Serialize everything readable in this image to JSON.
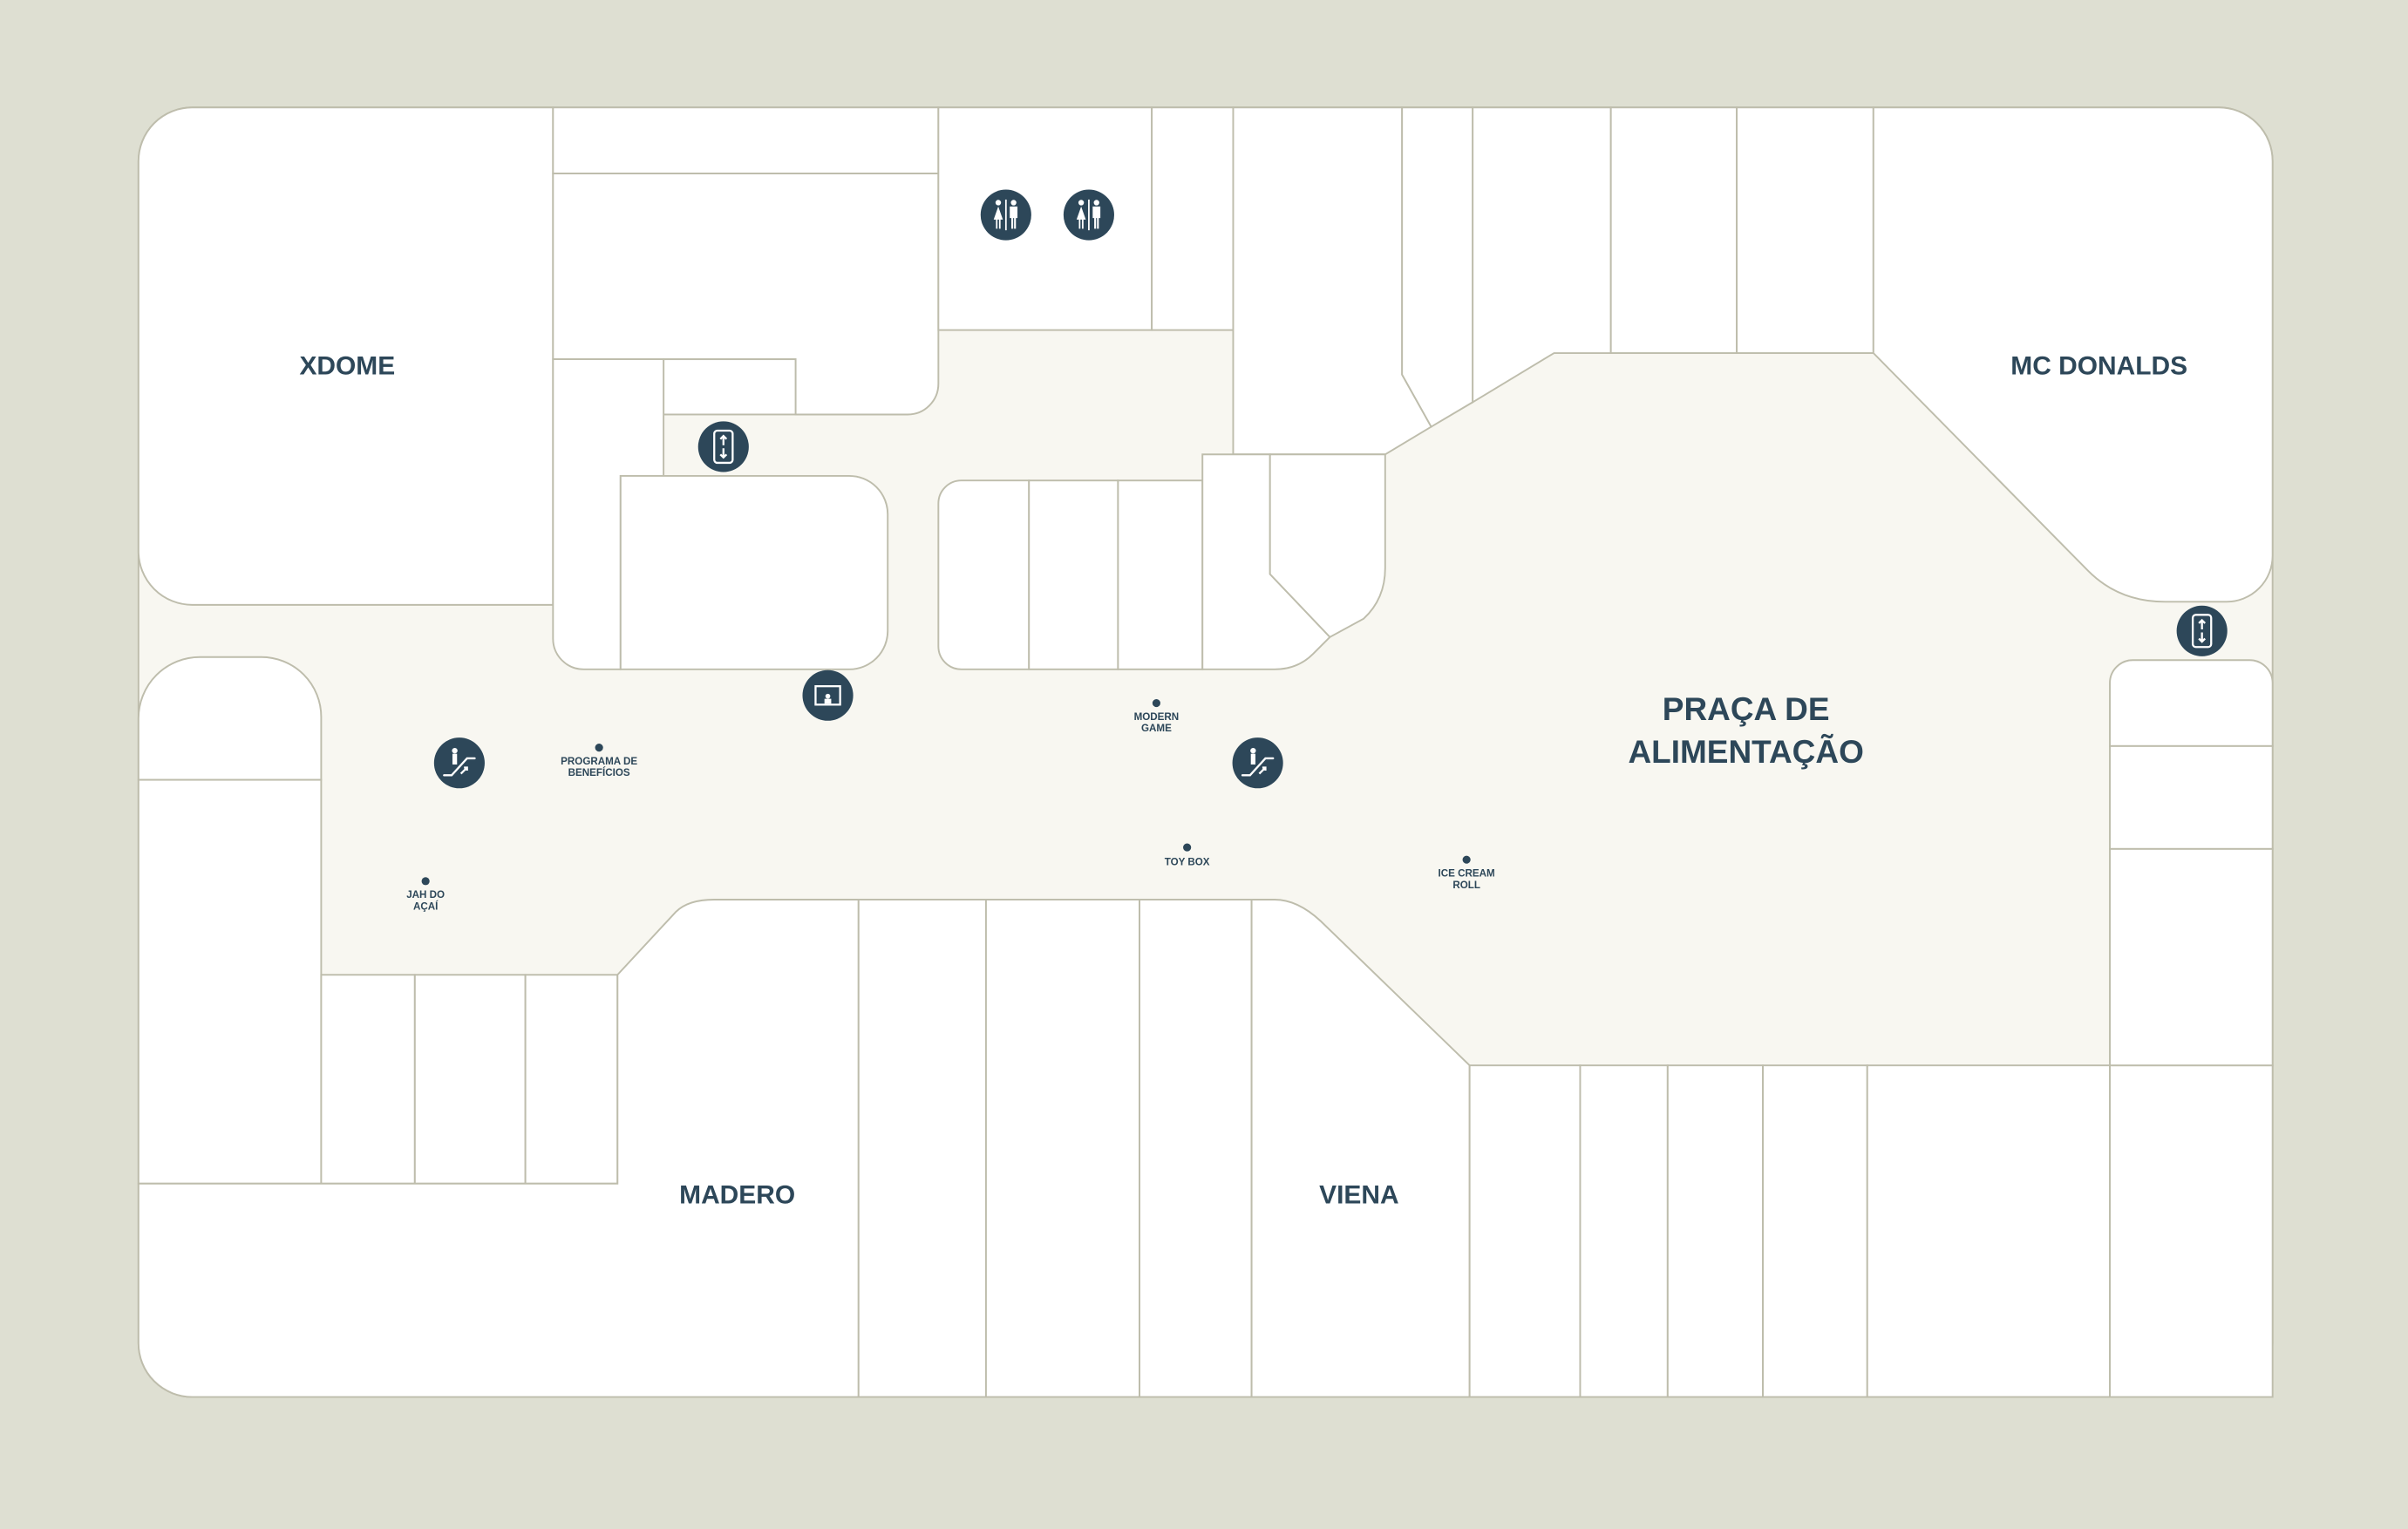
{
  "map": {
    "stores": {
      "xdome": "XDOME",
      "mcdonalds": "MC DONALDS",
      "madero": "MADERO",
      "viena": "VIENA"
    },
    "food_court": {
      "line1": "PRAÇA DE",
      "line2": "ALIMENTAÇÃO"
    },
    "points": {
      "programa": {
        "line1": "PROGRAMA DE",
        "line2": "BENEFÍCIOS"
      },
      "modern_game": {
        "line1": "MODERN",
        "line2": "GAME"
      },
      "toy_box": {
        "line1": "TOY BOX"
      },
      "ice_cream": {
        "line1": "ICE CREAM",
        "line2": "ROLL"
      },
      "jah": {
        "line1": "JAH DO",
        "line2": "AÇAÍ"
      }
    },
    "icons": [
      "restroom-icon",
      "restroom-icon",
      "elevator-icon",
      "elevator-icon",
      "atm-screen-icon",
      "escalator-icon",
      "escalator-icon"
    ],
    "colors": {
      "background": "#dedfd2",
      "corridor": "#f8f7f1",
      "store": "#ffffff",
      "outline": "#bebdac",
      "icon": "#2d4759"
    }
  }
}
